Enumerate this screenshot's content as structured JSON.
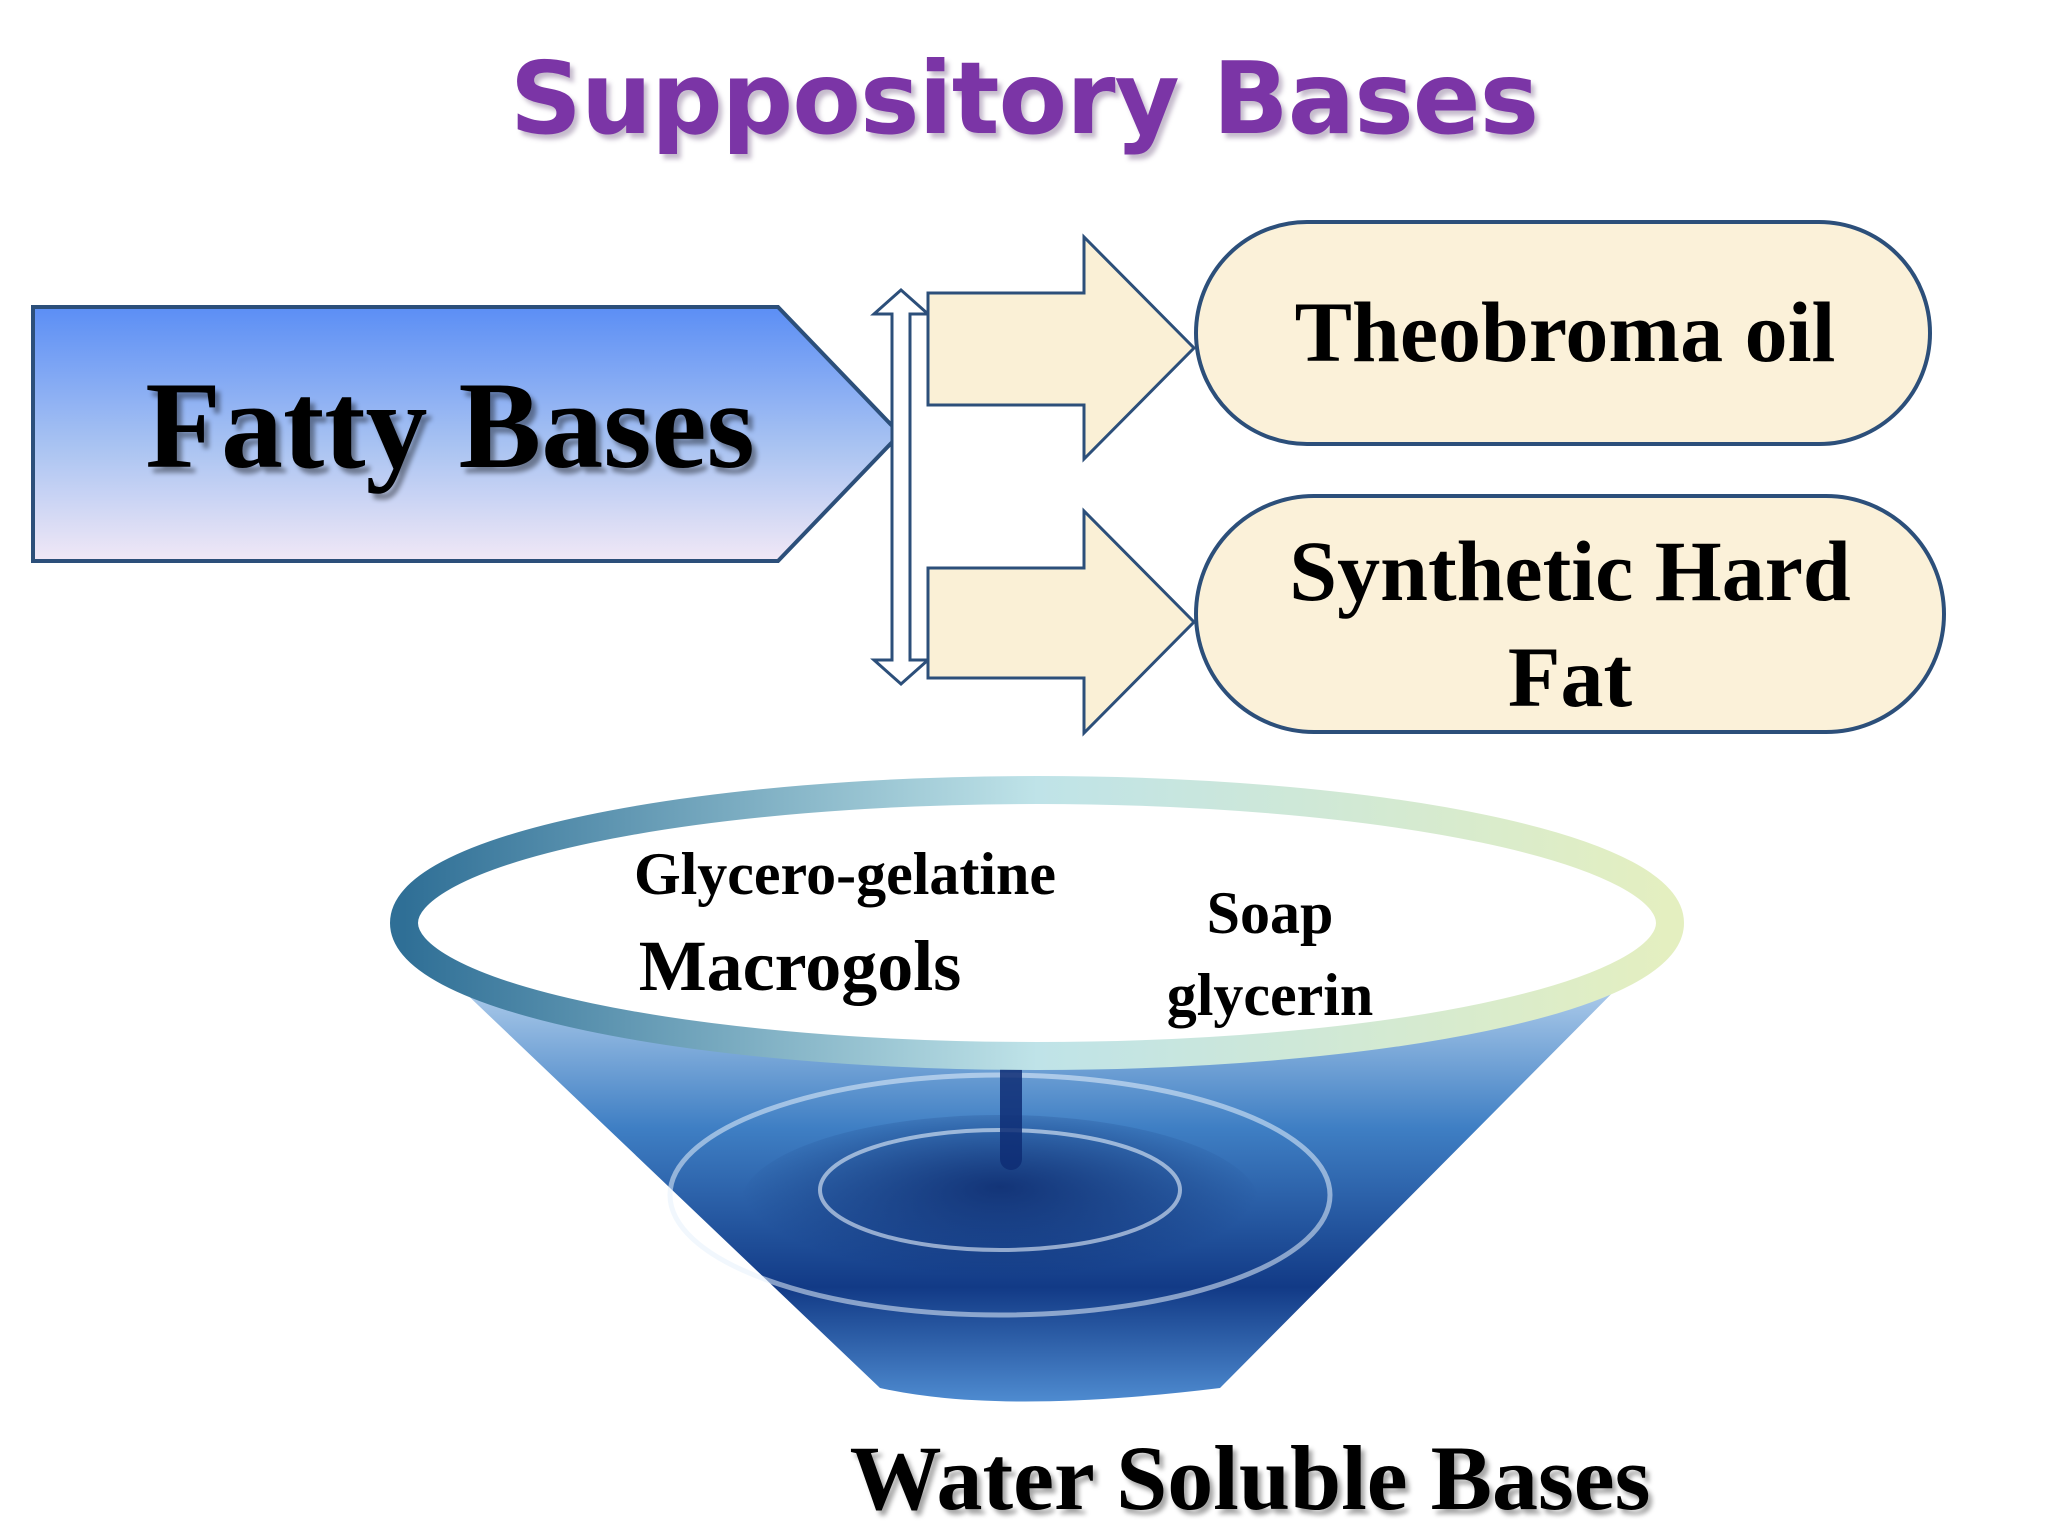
{
  "title": "Suppository Bases",
  "fatty": {
    "label": "Fatty Bases"
  },
  "branches": [
    {
      "label": "Theobroma oil"
    },
    {
      "label_line1": "Synthetic Hard",
      "label_line2": "Fat"
    }
  ],
  "water_soluble": {
    "label": "Water Soluble Bases",
    "items": {
      "glycero": "Glycero-gelatine",
      "macrogols": "Macrogols",
      "soap_line1": "Soap",
      "soap_line2": "glycerin"
    }
  },
  "colors": {
    "title": "#7b35a6",
    "fatty_fill_top": "#5b8ef5",
    "fatty_fill_bottom": "#efe6f6",
    "outline": "#2c4f7a",
    "pill_fill": "#fbf1d9",
    "water_dark": "#0d2a6e",
    "water_light": "#cfe3f6"
  }
}
